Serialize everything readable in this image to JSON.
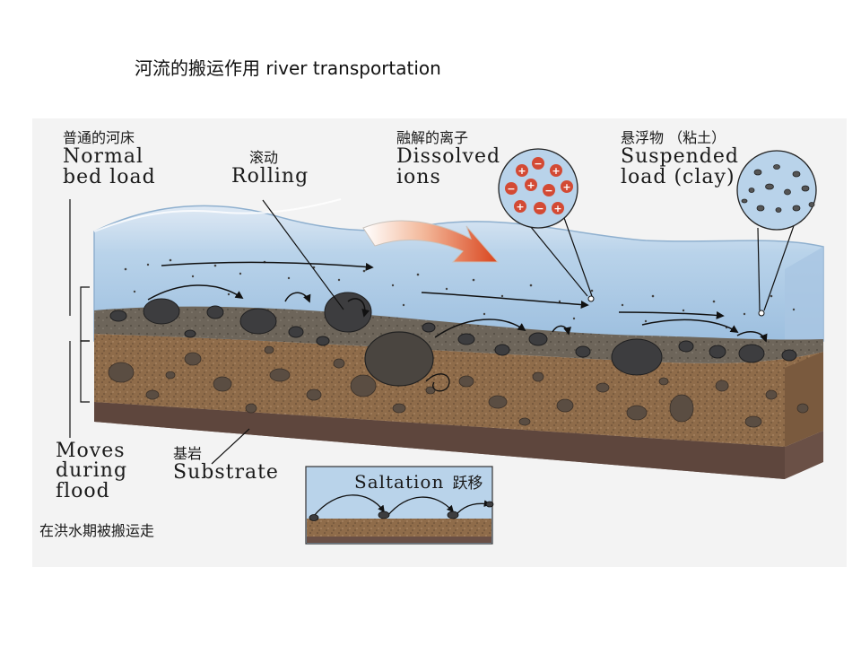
{
  "title": "河流的搬运作用 river transportation",
  "labels": {
    "normal_bed_load": {
      "zh": "普通的河床",
      "en": "Normal\nbed load"
    },
    "rolling": {
      "zh": "滚动",
      "en": "Rolling"
    },
    "dissolved_ions": {
      "zh": "融解的离子",
      "en": "Dissolved\nions"
    },
    "suspended_load": {
      "zh": "悬浮物 （粘土）",
      "en": "Suspended\nload (clay)"
    },
    "moves_during_flood": {
      "en": "Moves\nduring\nflood",
      "zh": "在洪水期被搬运走"
    },
    "substrate": {
      "zh": "基岩",
      "en": "Substrate"
    },
    "saltation": {
      "en": "Saltation",
      "zh": "跃移"
    }
  },
  "colors": {
    "water": "#b9d3ea",
    "bed_load": "#6e665b",
    "sediment": "#8f6c4a",
    "substrate": "#6a5046",
    "arrow": "#e2582a"
  },
  "ion_symbols": {
    "positive": "+",
    "negative": "−"
  }
}
